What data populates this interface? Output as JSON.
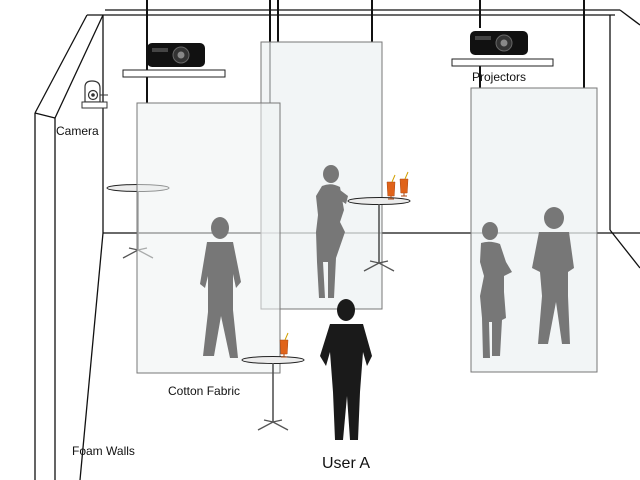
{
  "labels": {
    "camera": "Camera",
    "projectors": "Projectors",
    "cotton_fabric": "Cotton Fabric",
    "foam_walls": "Foam Walls",
    "user": "User A"
  },
  "icons": {
    "projector": "projector-icon",
    "camera": "camera-icon",
    "person": "person-silhouette-icon",
    "drink": "cocktail-glass-icon",
    "table": "bar-table-icon"
  },
  "colors": {
    "line": "#111111",
    "fabric_fill": "#eef2f3",
    "silhouette": "#777777",
    "user": "#1a1a1a",
    "drink": "#e0631a"
  }
}
